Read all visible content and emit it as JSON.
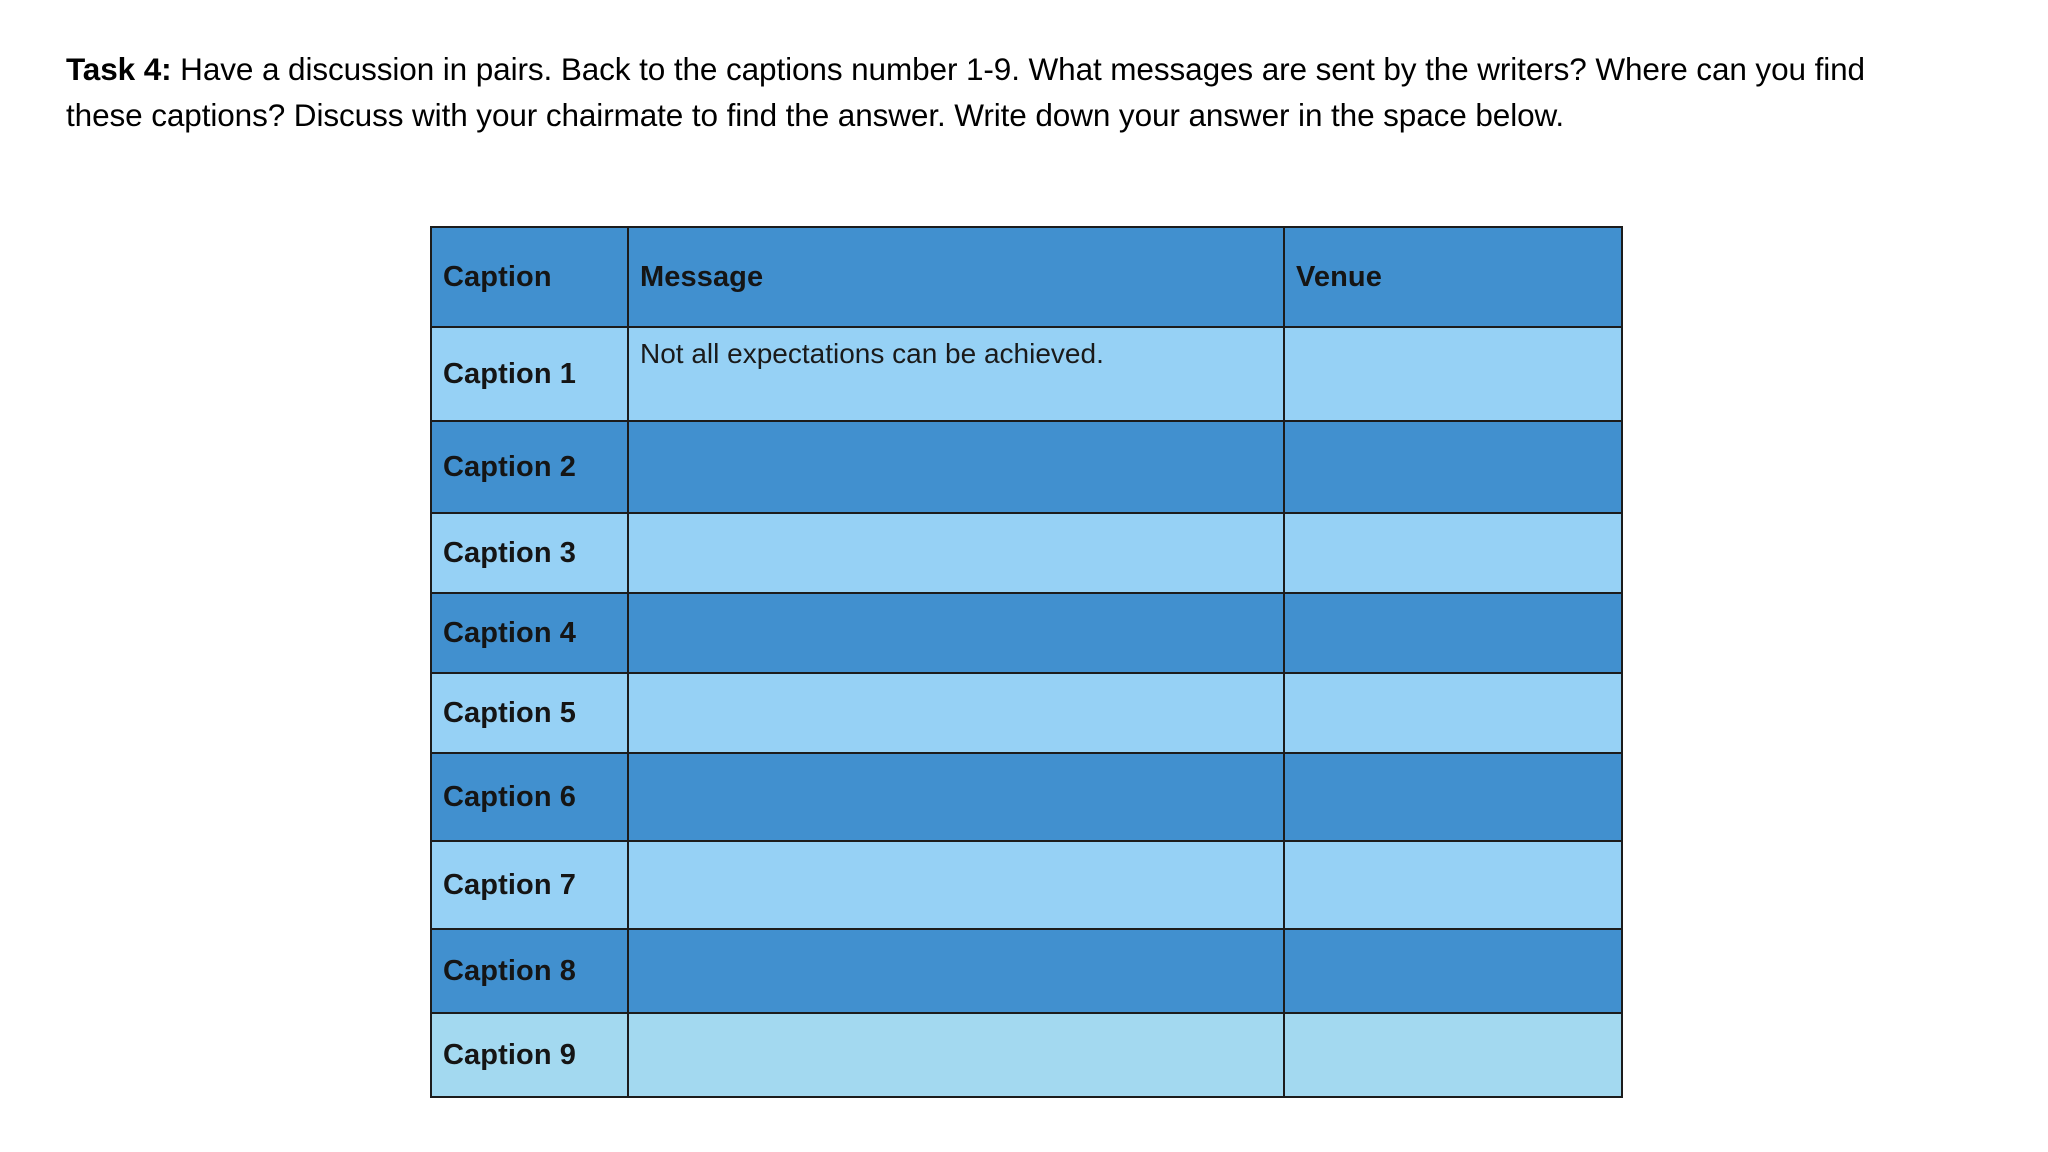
{
  "instruction": {
    "task_label": "Task 4:",
    "body": " Have a discussion in pairs. Back to the captions number 1-9. What messages are sent by the writers? Where can you find these captions? Discuss with your chairmate to find the answer. Write down your answer in the space below."
  },
  "table": {
    "headers": {
      "caption": "Caption",
      "message": "Message",
      "venue": "Venue"
    },
    "rows": [
      {
        "caption": "Caption 1",
        "message": "Not all expectations can be achieved.",
        "venue": ""
      },
      {
        "caption": "Caption 2",
        "message": "",
        "venue": ""
      },
      {
        "caption": "Caption 3",
        "message": "",
        "venue": ""
      },
      {
        "caption": "Caption 4",
        "message": "",
        "venue": ""
      },
      {
        "caption": "Caption 5",
        "message": "",
        "venue": ""
      },
      {
        "caption": "Caption 6",
        "message": "",
        "venue": ""
      },
      {
        "caption": "Caption 7",
        "message": "",
        "venue": ""
      },
      {
        "caption": "Caption 8",
        "message": "",
        "venue": ""
      },
      {
        "caption": "Caption 9",
        "message": "",
        "venue": ""
      }
    ]
  },
  "colors": {
    "header_blue": "#4190cf",
    "row_dark_blue": "#4190cf",
    "row_light_blue": "#96d1f5",
    "row_last_blue": "#a3d9f0",
    "border": "#1c1c1c",
    "text": "#151515",
    "page_background": "#ffffff"
  }
}
